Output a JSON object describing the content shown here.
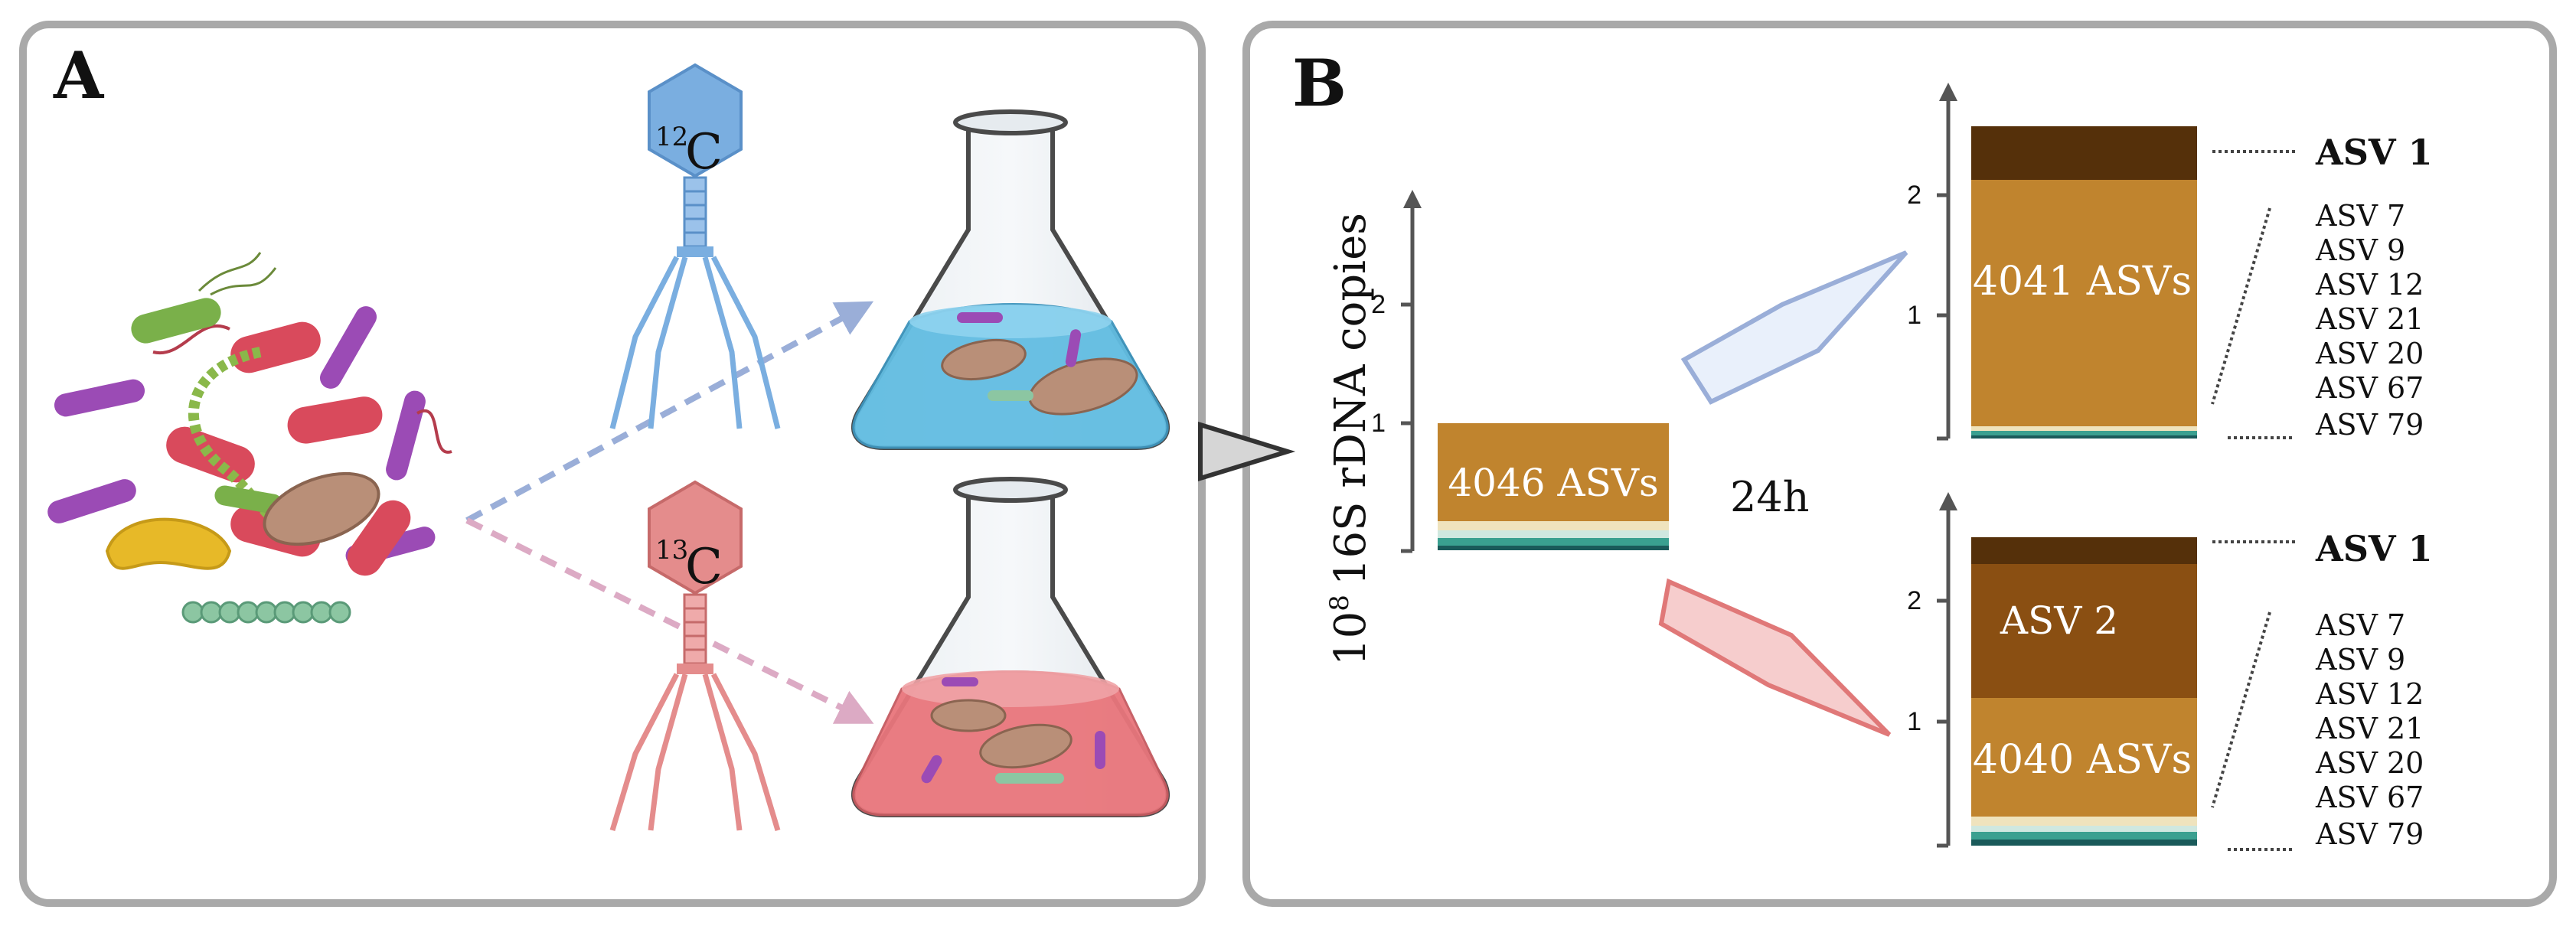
{
  "panel_a": {
    "label": "A",
    "phage_12c": {
      "sup": "12",
      "letter": "C",
      "color": "#7aaee0"
    },
    "phage_13c": {
      "sup": "13",
      "letter": "C",
      "color": "#e48c8c"
    }
  },
  "panel_b": {
    "label": "B",
    "y_axis_title_exp": "8",
    "y_axis_title_base": "10",
    "y_axis_title_rest": "16S rDNA copies",
    "time_label": "24h",
    "initial_bar": {
      "label": "4046 ASVs",
      "ticks": [
        "2",
        "1"
      ],
      "total": 1.05
    },
    "top_bar": {
      "label": "4041 ASVs",
      "ticks": [
        "2",
        "1"
      ],
      "asv1_label": "ASV 1",
      "asv_list": [
        "ASV 7",
        "ASV 9",
        "ASV 12",
        "ASV 21",
        "ASV 20",
        "ASV 67",
        "ASV 79"
      ]
    },
    "bottom_bar": {
      "label": "4040 ASVs",
      "asv2_label": "ASV 2",
      "ticks": [
        "2",
        "1"
      ],
      "asv1_label": "ASV 1",
      "asv_list": [
        "ASV 7",
        "ASV 9",
        "ASV 12",
        "ASV 21",
        "ASV 20",
        "ASV 67",
        "ASV 79"
      ]
    },
    "colors": {
      "asv1": "#55300a",
      "asv2": "#8a4f12",
      "rest": "#c0842e",
      "cream": "#efe3bd",
      "teal": "#147878",
      "blue_arrow": "#9aaed8",
      "red_arrow": "#e07878"
    }
  }
}
